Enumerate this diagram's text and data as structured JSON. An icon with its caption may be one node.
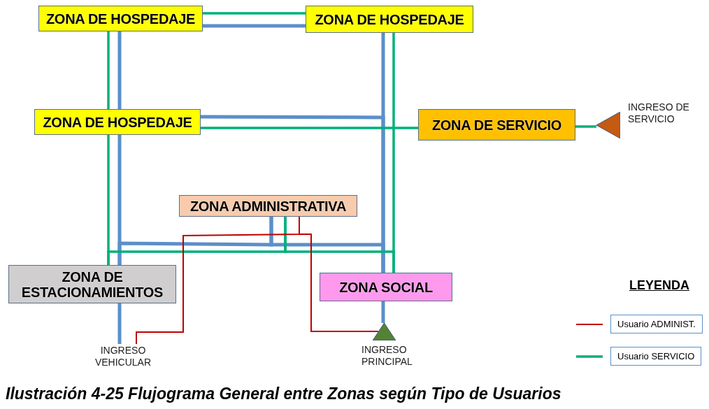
{
  "diagram": {
    "caption": "Ilustración 4-25 Flujograma General entre Zonas según Tipo de Usuarios",
    "nodes": [
      {
        "text": [
          "ZONA DE HOSPEDAJE"
        ]
      },
      {
        "text": [
          "ZONA DE HOSPEDAJE"
        ]
      },
      {
        "text": [
          "ZONA DE HOSPEDAJE"
        ]
      },
      {
        "text": [
          "ZONA DE SERVICIO"
        ]
      },
      {
        "text": [],
        "shape": "triangle",
        "beside": [
          "INGRESO DE SERVICIO"
        ]
      },
      {
        "text": [
          "ZONA ADMINISTRATIVA"
        ]
      },
      {
        "text": [
          "ZONA DE ESTACIONAMIENTOS"
        ]
      },
      {
        "text": [
          "ZONA SOCIAL"
        ]
      },
      {
        "text": [],
        "shape": "triangle",
        "beside": [
          "INGRESO PRINCIPAL"
        ]
      },
      {
        "text": [
          "INGRESO VEHICULAR"
        ]
      }
    ],
    "edges": [
      {
        "from": 0,
        "to": 1,
        "arrow": "none"
      },
      {
        "from": 0,
        "to": 2,
        "arrow": "none"
      },
      {
        "from": 2,
        "to": 6,
        "arrow": "none"
      },
      {
        "from": 1,
        "to": 7,
        "arrow": "none"
      },
      {
        "from": 2,
        "to": 7,
        "arrow": "none"
      },
      {
        "from": 5,
        "to": 6,
        "arrow": "none"
      },
      {
        "from": 5,
        "to": 7,
        "arrow": "none"
      },
      {
        "from": 6,
        "to": 9,
        "arrow": "none"
      },
      {
        "from": 7,
        "to": 8,
        "arrow": "none"
      },
      {
        "from": 0,
        "to": 1,
        "arrow": "none",
        "color": "#00b07a"
      },
      {
        "from": 0,
        "to": 2,
        "arrow": "none",
        "color": "#00b07a"
      },
      {
        "from": 2,
        "to": 6,
        "arrow": "none",
        "color": "#00b07a"
      },
      {
        "from": 1,
        "to": 7,
        "arrow": "none",
        "color": "#00b07a"
      },
      {
        "from": 2,
        "to": 3,
        "arrow": "none",
        "color": "#00b07a"
      },
      {
        "from": 3,
        "to": 4,
        "arrow": "none",
        "color": "#00b07a"
      },
      {
        "from": 5,
        "to": 6,
        "arrow": "none",
        "color": "#00b07a"
      },
      {
        "from": 5,
        "to": 7,
        "arrow": "none",
        "color": "#00b07a"
      },
      {
        "from": 5,
        "to": 9,
        "arrow": "none",
        "color": "#c00000"
      },
      {
        "from": 5,
        "to": 8,
        "arrow": "none",
        "color": "#c00000"
      }
    ],
    "labels": [
      "LEYENDA"
    ],
    "legend": [
      {
        "text": "Usuario ADMINIST."
      },
      {
        "text": "Usuario SERVICIO"
      }
    ]
  }
}
